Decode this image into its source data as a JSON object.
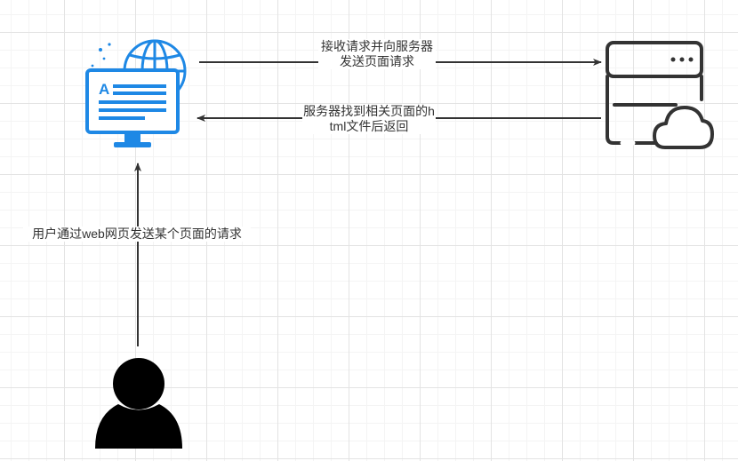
{
  "diagram": {
    "labels": {
      "request_to_server": "接收请求并向服务器发送页面请求",
      "server_return": "服务器找到相关页面的html文件后返回",
      "user_request": "用户通过web网页发送某个页面的请求"
    },
    "colors": {
      "monitor_accent": "#1E88E5",
      "server_stroke": "#333333",
      "user_fill": "#000000",
      "arrow": "#333333",
      "grid": "#e3e3e3"
    },
    "icons": [
      "monitor-globe-icon",
      "server-cloud-icon",
      "user-icon"
    ]
  }
}
